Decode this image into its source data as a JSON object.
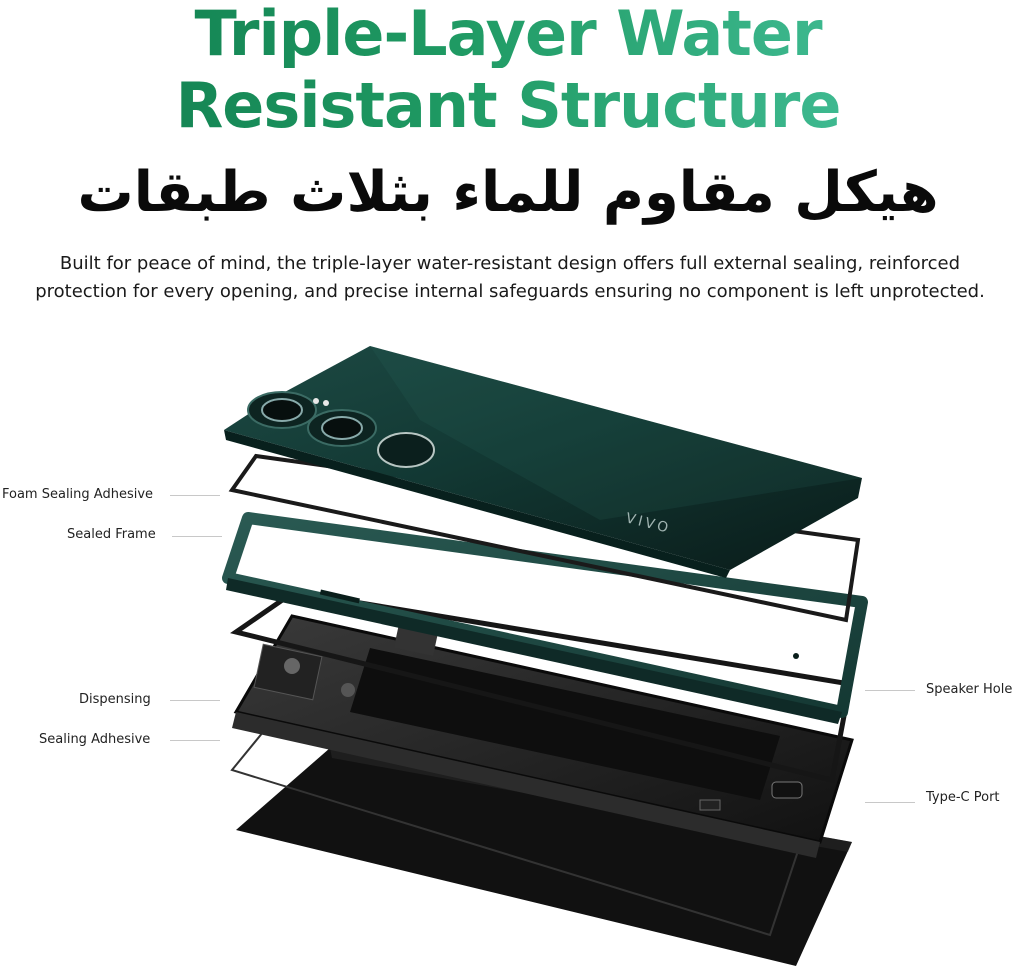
{
  "title": {
    "line1": "Triple-Layer Water",
    "line2": "Resistant Structure"
  },
  "arabic_title": "هيكل مقاوم للماء بثلاث طبقات",
  "description": {
    "line1": "Built for peace of mind, the triple-layer water-resistant design offers full external sealing, reinforced",
    "line2": "protection for every opening, and precise internal safeguards ensuring no component is left unprotected."
  },
  "labels": {
    "foam_sealing_adhesive": "Foam Sealing Adhesive",
    "sealed_frame": "Sealed Frame",
    "dispensing": "Dispensing",
    "sealing_adhesive": "Sealing Adhesive",
    "speaker_hole": "Speaker Hole",
    "type_c_port": "Type-C Port"
  },
  "brand_logo": "VIVO",
  "colors": {
    "title_gradient_start": "#0f7a4c",
    "title_gradient_end": "#4cc7a4",
    "back_cover": "#0e2f2b",
    "frame": "#1d4a44"
  }
}
